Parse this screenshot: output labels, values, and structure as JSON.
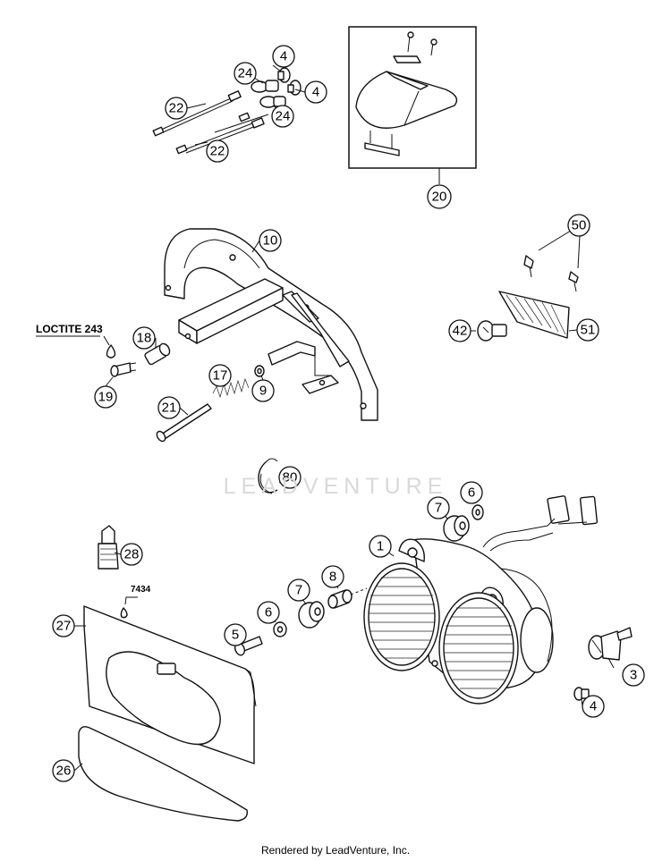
{
  "callouts": {
    "p1": "1",
    "p3": "3",
    "p4a": "4",
    "p4b": "4",
    "p4c": "4",
    "p5": "5",
    "p6a": "6",
    "p6b": "6",
    "p7a": "7",
    "p7b": "7",
    "p8": "8",
    "p9": "9",
    "p10": "10",
    "p17": "17",
    "p18": "18",
    "p19": "19",
    "p20": "20",
    "p21": "21",
    "p22a": "22",
    "p22b": "22",
    "p24a": "24",
    "p24b": "24",
    "p26": "26",
    "p27": "27",
    "p28": "28",
    "p42": "42",
    "p50": "50",
    "p51": "51",
    "p80": "80"
  },
  "labels": {
    "loctite": "LOCTITE 243",
    "code7434": "7434"
  },
  "watermark": "LEADVENTURE",
  "footer": "Rendered by LeadVenture, Inc."
}
